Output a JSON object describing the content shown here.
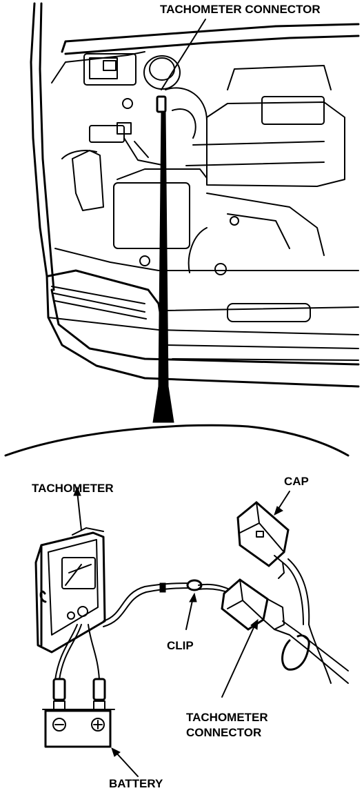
{
  "labels": {
    "top_connector": "TACHOMETER CONNECTOR",
    "tachometer": "TACHOMETER",
    "cap": "CAP",
    "clip": "CLIP",
    "connector_line1": "TACHOMETER",
    "connector_line2": "CONNECTOR",
    "battery": "BATTERY"
  },
  "icons": [
    "engine-bay-illustration",
    "tachometer-illustration",
    "battery-illustration",
    "cap-illustration",
    "connector-illustration",
    "clip-illustration"
  ],
  "colors": {
    "ink": "#000000",
    "paper": "#ffffff"
  }
}
